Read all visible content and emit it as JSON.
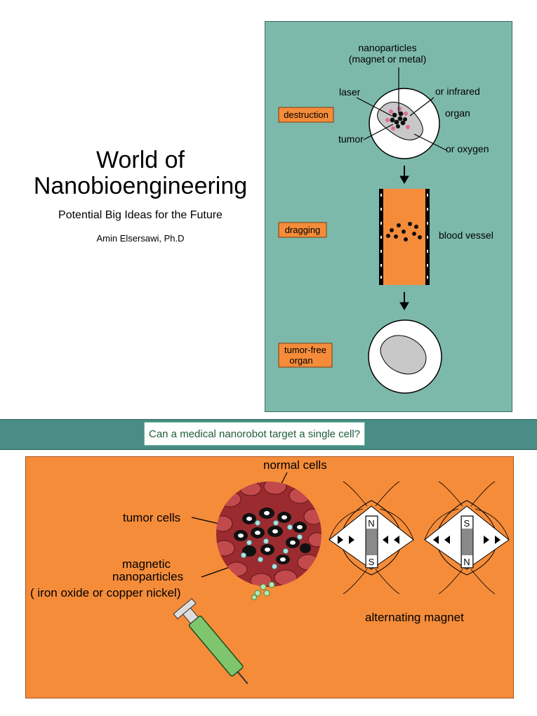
{
  "title": {
    "line1": "World of",
    "line2": "Nanobioengineering",
    "subtitle": "Potential Big Ideas for the Future",
    "author": "Amin Elsersawi, Ph.D"
  },
  "top_diagram": {
    "nanoparticles_line1": "nanoparticles",
    "nanoparticles_line2": "(magnet or metal)",
    "laser": "laser",
    "or_infrared": "or infrared",
    "organ": "organ",
    "tumor": "tumor",
    "or_oxygen": "or oxygen",
    "step_destruction": "destruction",
    "step_dragging": "dragging",
    "blood_vessel": "blood vessel",
    "step_tumor_free_line1": "tumor-free",
    "step_tumor_free_line2": "organ"
  },
  "question": "Can a medical nanorobot target a single cell?",
  "bottom_diagram": {
    "normal_cells": "normal cells",
    "tumor_cells": "tumor cells",
    "magnetic_line1": "magnetic",
    "magnetic_line2": "nanoparticles",
    "magnetic_line3": "( iron oxide or copper nickel)",
    "alternating_magnet": "alternating magnet",
    "magnet1_top": "N",
    "magnet1_bottom": "S",
    "magnet2_top": "S",
    "magnet2_bottom": "N"
  },
  "colors": {
    "teal": "#7db9ab",
    "orange": "#f58c3a",
    "band": "#4a8c86"
  }
}
